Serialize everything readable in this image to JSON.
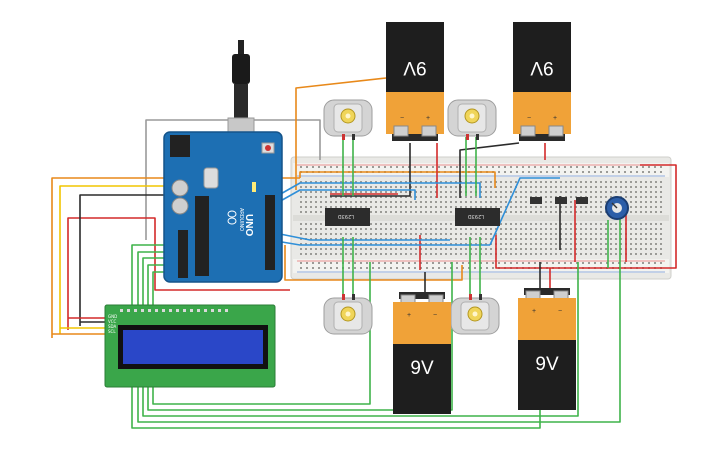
{
  "circuit": {
    "arduino": {
      "model": "UNO",
      "brand": "ARDUINO"
    },
    "batteries": [
      {
        "id": "battery-top-left",
        "label": "9V",
        "inverted": true,
        "plus": "+",
        "minus": "−"
      },
      {
        "id": "battery-top-right",
        "label": "9V",
        "inverted": true,
        "plus": "+",
        "minus": "−"
      },
      {
        "id": "battery-bottom-left",
        "label": "9V",
        "inverted": false,
        "plus": "+",
        "minus": "−"
      },
      {
        "id": "battery-bottom-right",
        "label": "9V",
        "inverted": false,
        "plus": "+",
        "minus": "−"
      }
    ],
    "motor_drivers": [
      {
        "id": "driver-left",
        "label": "L293D"
      },
      {
        "id": "driver-right",
        "label": "L293D"
      }
    ],
    "motor_count": 4,
    "lcd": {
      "pin_labels": [
        "GND",
        "VCC",
        "SDA",
        "SCL"
      ]
    },
    "potentiometer": {
      "present": true
    },
    "wire_colors": {
      "red": "#d42a2a",
      "black": "#2b2b2b",
      "orange": "#e8891a",
      "green": "#3fb34a",
      "blue": "#2f8fd8",
      "yellow": "#f2c500",
      "gray": "#9a9a9a"
    }
  }
}
